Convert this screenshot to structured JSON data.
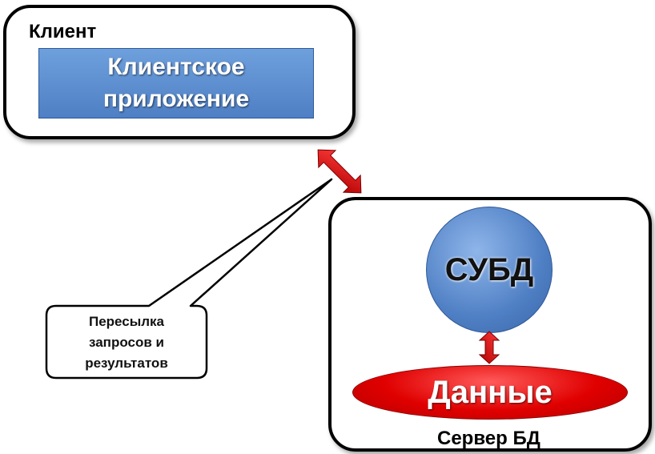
{
  "client": {
    "label": "Клиент",
    "app_label_line1": "Клиентское",
    "app_label_line2": "приложение"
  },
  "server": {
    "label": "Сервер БД",
    "dbms_label": "СУБД",
    "data_label": "Данные"
  },
  "callout": {
    "line1": "Пересылка",
    "line2": "запросов и",
    "line3": "результатов"
  },
  "colors": {
    "app_blue": "#5b8bd0",
    "data_red": "#e00000",
    "arrow_red": "#d10000"
  },
  "icons": {
    "client_server_link": "double-headed-arrow",
    "dbms_data_link": "double-headed-arrow"
  }
}
